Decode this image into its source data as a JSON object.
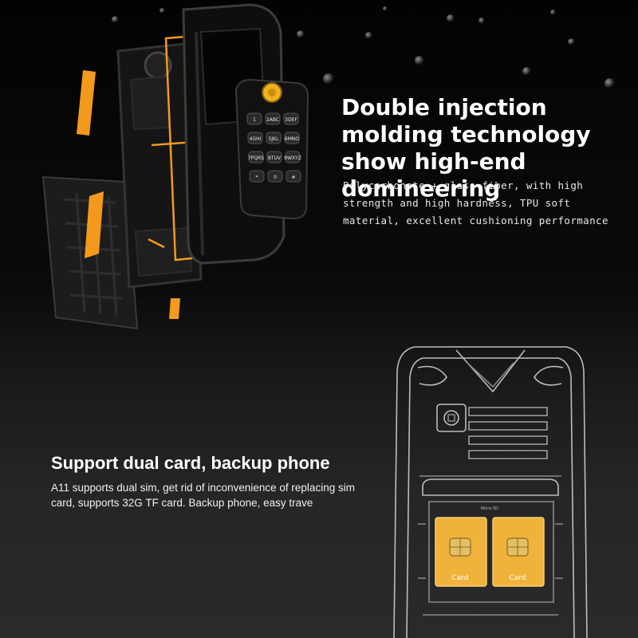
{
  "section1": {
    "title": "Double injection molding technology show high-end domineering",
    "body": "Polycarbonate + glass fiber, with high strength and high hardness, TPU soft material, excellent cushioning performance"
  },
  "section2": {
    "title": "Support dual card, backup phone",
    "body": "A11 supports dual sim, get rid of inconvenience of replacing sim card, supports 32G TF card. Backup phone, easy trave"
  },
  "keypad": {
    "keys": [
      "1",
      "2ABC",
      "3DEF",
      "4GHI",
      "5JKL",
      "6MNO",
      "7PQRS",
      "8TUV",
      "9WXYZ",
      "*",
      "0",
      "#"
    ]
  },
  "sim_slots": {
    "slot_label": "Card",
    "tf_label": "Micro SD"
  },
  "colors": {
    "accent_orange": "#f39a1c",
    "sim_gold": "#f0b23a",
    "background_top": "#030303",
    "background_bottom": "#2a2a2a"
  }
}
